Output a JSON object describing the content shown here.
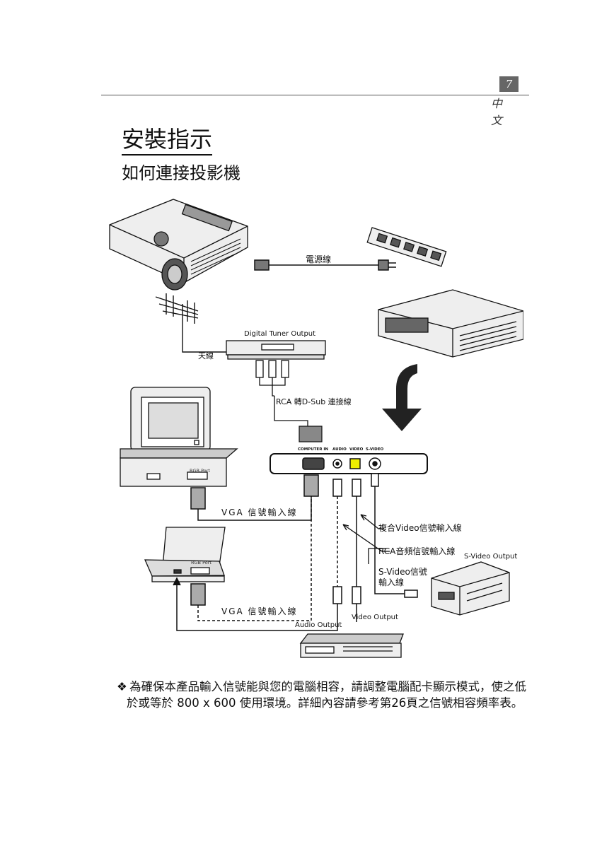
{
  "header": {
    "page_number": "7",
    "language": "中 文"
  },
  "heading": {
    "title": "安裝指示",
    "subtitle": "如何連接投影機"
  },
  "diagram": {
    "labels": {
      "power_cord": "電源線",
      "digital_tuner_output": "Digital Tuner Output",
      "antenna": "天線",
      "rca_to_dsub": "RCA 轉D-Sub 連接線",
      "rgb_port_desktop": "RGB Port",
      "rgb_port_laptop": "RGB Port",
      "vga_cable_1": "VGA 信號輸入線",
      "vga_cable_2": "VGA 信號輸入線",
      "composite_video_cable": "複合Video信號輸入線",
      "rca_audio_cable": "RCA音頻信號輸入線",
      "svideo_output": "S-Video Output",
      "svideo_cable_line1": "S-Video信號",
      "svideo_cable_line2": "輸入線",
      "audio_output": "Audio Output",
      "video_output": "Video Output",
      "port_computer_in": "COMPUTER IN",
      "port_audio": "AUDIO",
      "port_video": "VIDEO",
      "port_svideo": "S-VIDEO"
    }
  },
  "note": {
    "bullet": "❖",
    "text": "為確保本產品輸入信號能與您的電腦相容，請調整電腦配卡顯示模式，使之低於或等於 800 x 600 使用環境。詳細內容請參考第26頁之信號相容頻率表。"
  }
}
